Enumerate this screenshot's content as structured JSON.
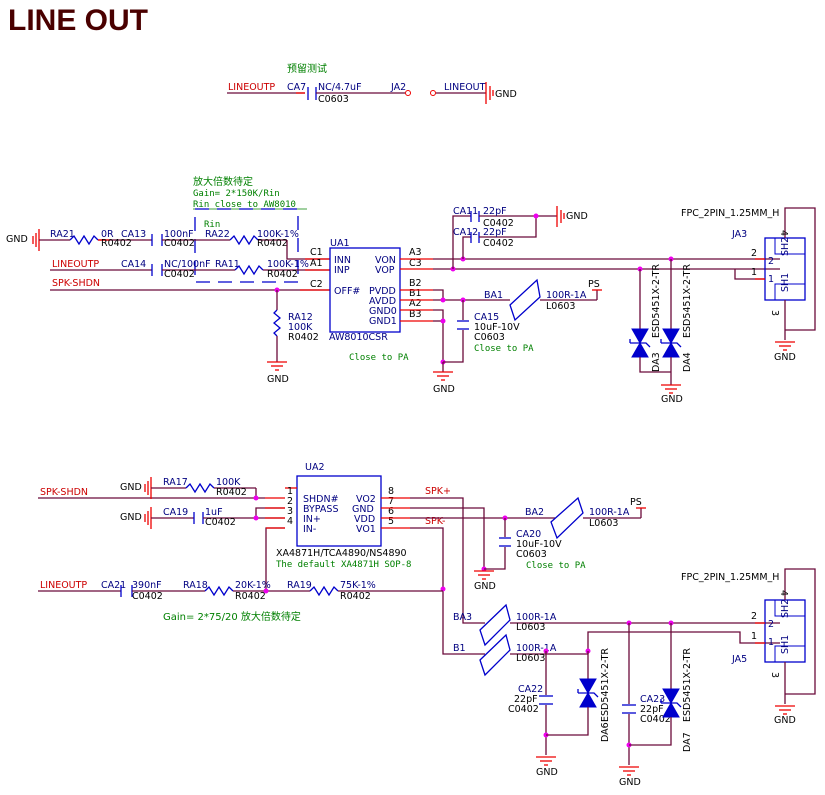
{
  "title": "LINE OUT",
  "test_section": {
    "note": "预留测试",
    "net_in": "LINEOUTP",
    "cap_ref": "CA7",
    "cap_value": "NC/4.7uF",
    "cap_pkg": "C0603",
    "jumper_ref": "JA2",
    "net_out": "LINEOUT",
    "gnd": "GND"
  },
  "aw8010_section": {
    "gain_note": "放大倍数待定",
    "gain_formula": "Gain= 2*150K/Rin",
    "rin_note": "Rin close to AW8010",
    "rin_label": "Rin",
    "gnd_left": "GND",
    "ra21": {
      "ref": "RA21",
      "value": "0R",
      "pkg": "R0402"
    },
    "ca13": {
      "ref": "CA13",
      "value": "100nF",
      "pkg": "C0402"
    },
    "ra22": {
      "ref": "RA22",
      "value": "100K-1%",
      "pkg": "R0402"
    },
    "net_lineoutp": "LINEOUTP",
    "ca14": {
      "ref": "CA14",
      "value": "NC/100nF",
      "pkg": "C0402"
    },
    "ra11": {
      "ref": "RA11",
      "value": "100K-1%",
      "pkg": "R0402"
    },
    "net_spk_shdn": "SPK-SHDN",
    "ra12": {
      "ref": "RA12",
      "value": "100K",
      "pkg": "R0402"
    },
    "gnd_ra12": "GND",
    "ic": {
      "ref": "UA1",
      "part": "AW8010CSR",
      "left_pins": [
        {
          "num": "C1",
          "name": "INN"
        },
        {
          "num": "A1",
          "name": "INP"
        },
        {
          "num": "C2",
          "name": "OFF#"
        }
      ],
      "right_pins": [
        {
          "num": "A3",
          "name": "VON"
        },
        {
          "num": "C3",
          "name": "VOP"
        },
        {
          "num": "B2",
          "name": "PVDD"
        },
        {
          "num": "B1",
          "name": "AVDD"
        },
        {
          "num": "A2",
          "name": "GND0"
        },
        {
          "num": "B3",
          "name": "GND1"
        }
      ]
    },
    "close_to_pa_1": "Close to PA",
    "ca11": {
      "ref": "CA11",
      "value": "22pF",
      "pkg": "C0402"
    },
    "ca12": {
      "ref": "CA12",
      "value": "22pF",
      "pkg": "C0402"
    },
    "gnd_caps": "GND",
    "ba1": {
      "ref": "BA1",
      "value": "100R-1A",
      "pkg": "L0603"
    },
    "ps": "PS",
    "ca15": {
      "ref": "CA15",
      "value": "10uF-10V",
      "pkg": "C0603"
    },
    "close_to_pa_2": "Close to PA",
    "gnd_ic": "GND",
    "da3": {
      "ref": "DA3",
      "part": "ESD5451X-2-TR"
    },
    "da4": {
      "ref": "DA4",
      "part": "ESD5451X-2-TR"
    },
    "gnd_diodes": "GND",
    "connector": {
      "ref": "JA3",
      "part": "FPC_2PIN_1.25MM_H",
      "pins": [
        "1",
        "2",
        "3",
        "4"
      ],
      "shield": [
        "SH1",
        "SH2"
      ],
      "gnd": "GND"
    }
  },
  "xa4871_section": {
    "net_spk_shdn": "SPK-SHDN",
    "gnd_ra17": "GND",
    "ra17": {
      "ref": "RA17",
      "value": "100K",
      "pkg": "R0402"
    },
    "gnd_ca19": "GND",
    "ca19": {
      "ref": "CA19",
      "value": "1uF",
      "pkg": "C0402"
    },
    "ic": {
      "ref": "UA2",
      "part": "XA4871H/TCA4890/NS4890",
      "default_note": "The default XA4871H SOP-8",
      "left_pins": [
        {
          "num": "1",
          "name": ""
        },
        {
          "num": "2",
          "name": "SHDN#"
        },
        {
          "num": "3",
          "name": "BYPASS"
        },
        {
          "num": "4",
          "name": "IN+"
        },
        {
          "num": "",
          "name": "IN-"
        }
      ],
      "right_pins": [
        {
          "num": "8",
          "name": ""
        },
        {
          "num": "7",
          "name": "VO2"
        },
        {
          "num": "6",
          "name": "GND"
        },
        {
          "num": "5",
          "name": "VDD"
        },
        {
          "num": "",
          "name": "VO1"
        }
      ]
    },
    "net_spk_plus": "SPK+",
    "net_spk_minus": "SPK-",
    "ba2": {
      "ref": "BA2",
      "value": "100R-1A",
      "pkg": "L0603"
    },
    "ps": "PS",
    "ca20": {
      "ref": "CA20",
      "value": "10uF-10V",
      "pkg": "C0603"
    },
    "close_to_pa": "Close to PA",
    "gnd_ic": "GND",
    "net_lineoutp": "LINEOUTP",
    "ca21": {
      "ref": "CA21",
      "value": "390nF",
      "pkg": "C0402"
    },
    "ra18": {
      "ref": "RA18",
      "value": "20K-1%",
      "pkg": "R0402"
    },
    "ra19": {
      "ref": "RA19",
      "value": "75K-1%",
      "pkg": "R0402"
    },
    "gain_note": "Gain= 2*75/20 放大倍数待定",
    "ba3": {
      "ref": "BA3",
      "value": "100R-1A",
      "pkg": "L0603"
    },
    "b1": {
      "ref": "B1",
      "value": "100R-1A",
      "pkg": "L0603"
    },
    "ca22": {
      "ref": "CA22",
      "value": "22pF",
      "pkg": "C0402"
    },
    "ca23": {
      "ref": "CA23",
      "value": "22pF",
      "pkg": "C0402"
    },
    "da6": {
      "ref": "DA6",
      "part": "ESD5451X-2-TR"
    },
    "da7": {
      "ref": "DA7",
      "part": "ESD5451X-2-TR"
    },
    "gnd_ca22": "GND",
    "gnd_ca23": "GND",
    "connector": {
      "ref": "JA5",
      "part": "FPC_2PIN_1.25MM_H",
      "pins": [
        "1",
        "2",
        "3",
        "4"
      ],
      "shield": [
        "SH1",
        "SH2"
      ],
      "gnd": "GND"
    }
  }
}
